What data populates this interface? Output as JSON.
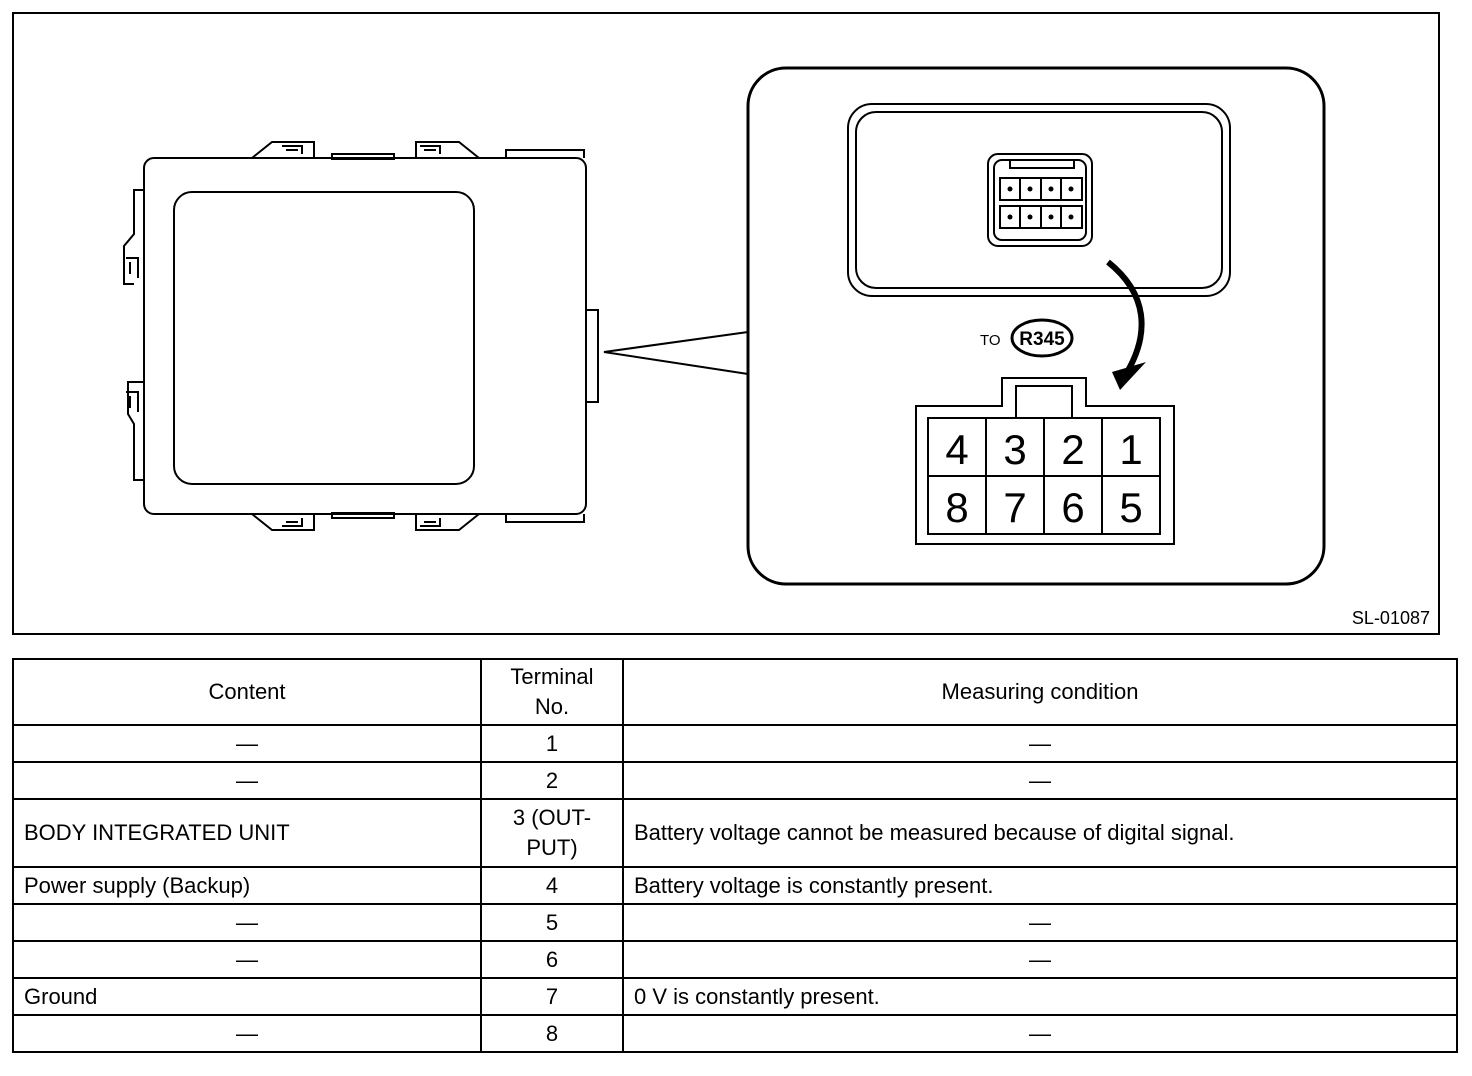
{
  "figure": {
    "diagram_code": "SL-01087",
    "connector_ref_prefix": "TO",
    "connector_ref": "R345",
    "pins_top": [
      "4",
      "3",
      "2",
      "1"
    ],
    "pins_bottom": [
      "8",
      "7",
      "6",
      "5"
    ]
  },
  "table": {
    "headers": [
      "Content",
      "Terminal No.",
      "Measuring condition"
    ],
    "header_terminal_lines": [
      "Terminal",
      "No."
    ],
    "rows": [
      {
        "content": "—",
        "terminal": "1",
        "condition": "—"
      },
      {
        "content": "—",
        "terminal": "2",
        "condition": "—"
      },
      {
        "content": "BODY INTEGRATED UNIT",
        "terminal": "3 (OUT-PUT)",
        "terminal_lines": [
          "3 (OUT-",
          "PUT)"
        ],
        "condition": "Battery voltage cannot be measured because of digital signal."
      },
      {
        "content": "Power supply (Backup)",
        "terminal": "4",
        "condition": "Battery voltage is constantly present."
      },
      {
        "content": "—",
        "terminal": "5",
        "condition": "—"
      },
      {
        "content": "—",
        "terminal": "6",
        "condition": "—"
      },
      {
        "content": "Ground",
        "terminal": "7",
        "condition": "0 V is constantly present."
      },
      {
        "content": "—",
        "terminal": "8",
        "condition": "—"
      }
    ]
  }
}
